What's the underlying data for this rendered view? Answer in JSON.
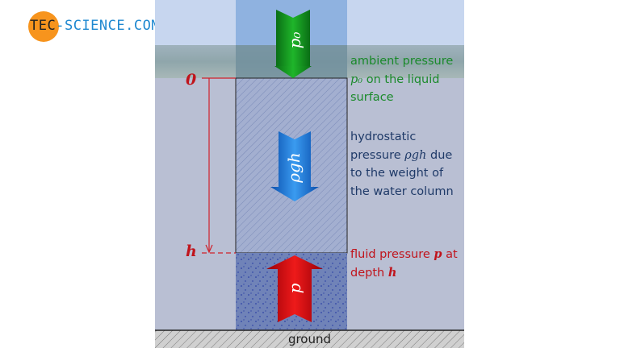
{
  "logo": {
    "part1": "TEC",
    "part2": "-SCIENCE",
    "part3": ".COM"
  },
  "arrows": {
    "ambient": "p₀",
    "hydrostatic": "ρgh",
    "fluid": "p"
  },
  "axis": {
    "top": "0",
    "bottom": "h"
  },
  "labels": {
    "ambient": [
      "ambient pressure",
      "p₀",
      " on the liquid",
      "surface"
    ],
    "hydrostatic": [
      "hydrostatic",
      "pressure ",
      "ρgh",
      " due",
      "to the weight of",
      "the water column"
    ],
    "fluid": [
      "fluid pressure ",
      "p",
      " at",
      "depth ",
      "h"
    ]
  },
  "ground": "ground",
  "colors": {
    "ambient": "#1a8a2a",
    "hydrostatic": "#1f3a68",
    "fluid": "#c0141c",
    "logo_orange": "#f7941d",
    "logo_blue": "#1e88d0"
  }
}
